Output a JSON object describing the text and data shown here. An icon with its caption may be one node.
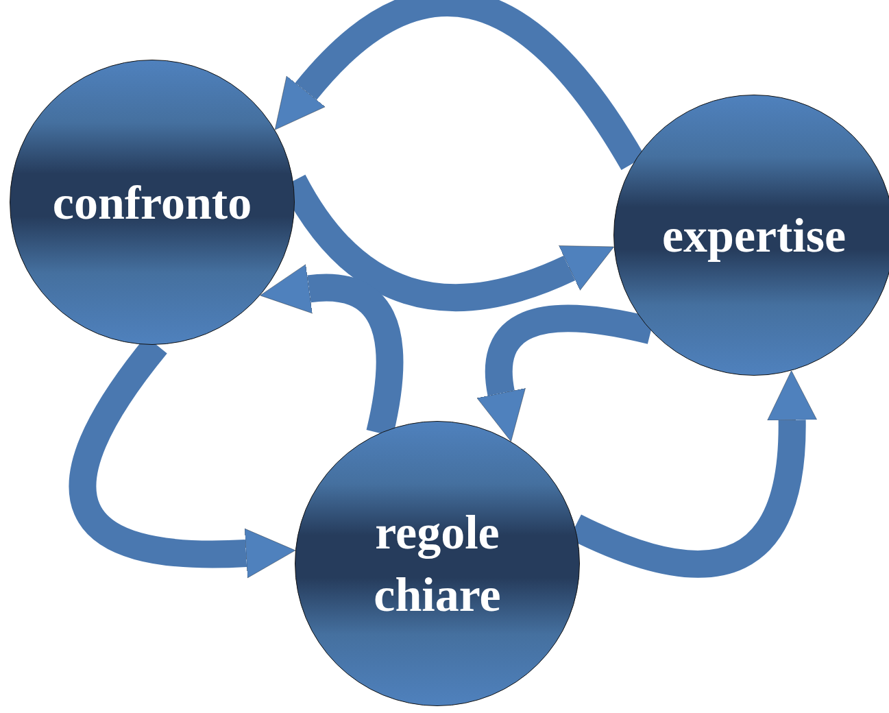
{
  "diagram": {
    "nodes": [
      {
        "text": [
          "confronto"
        ]
      },
      {
        "text": [
          "expertise"
        ]
      },
      {
        "text": [
          "regole chiare"
        ]
      }
    ],
    "edges": [
      {
        "from": 1,
        "to": 0,
        "arrow": "to"
      },
      {
        "from": 0,
        "to": 1,
        "arrow": "to"
      },
      {
        "from": 2,
        "to": 0,
        "arrow": "to"
      },
      {
        "from": 1,
        "to": 2,
        "arrow": "to"
      },
      {
        "from": 0,
        "to": 2,
        "arrow": "to"
      },
      {
        "from": 2,
        "to": 1,
        "arrow": "to"
      }
    ]
  }
}
